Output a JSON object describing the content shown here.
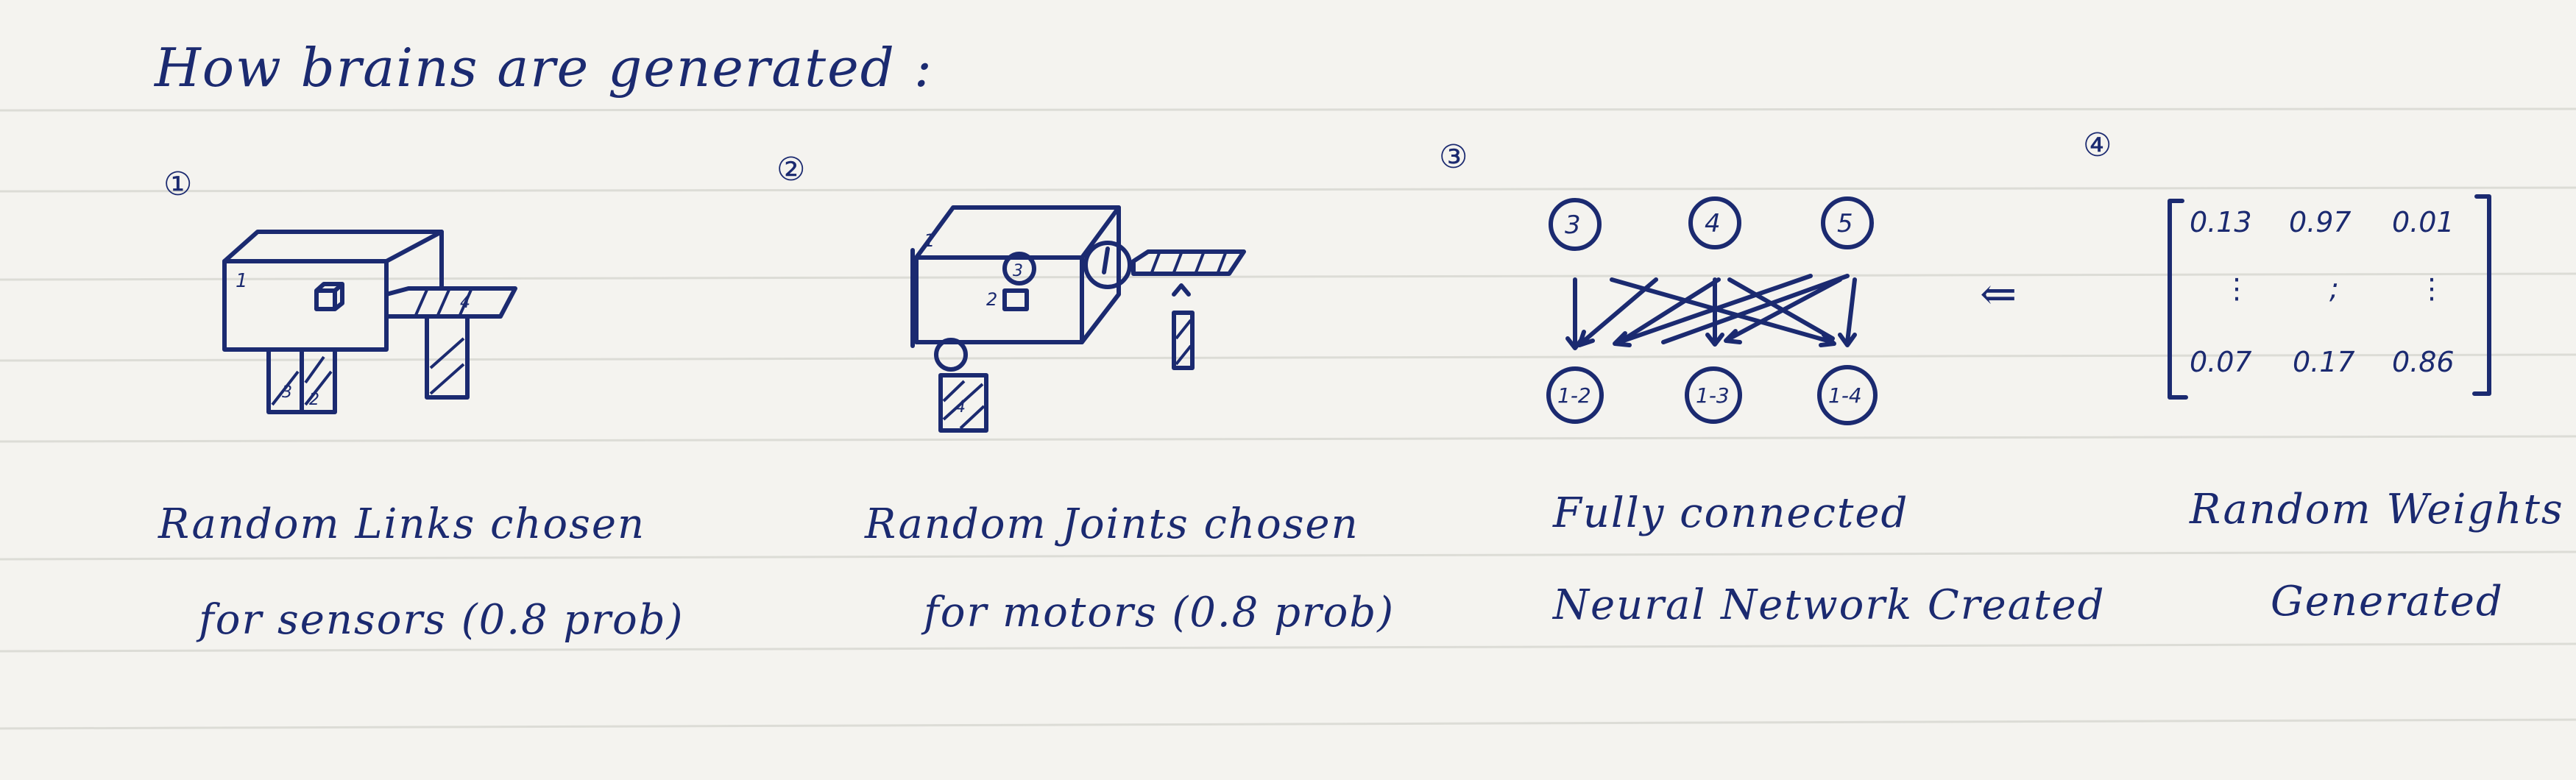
{
  "title": "How brains are generated :",
  "steps": [
    {
      "number": "①",
      "caption_line1": "Random Links chosen",
      "caption_line2": "for sensors (0.8 prob)",
      "labels": [
        "1",
        "2",
        "3",
        "4"
      ]
    },
    {
      "number": "②",
      "caption_line1": "Random Joints chosen",
      "caption_line2": "for motors (0.8 prob)",
      "labels": [
        "1",
        "2",
        "3",
        "4"
      ]
    },
    {
      "number": "③",
      "caption_line1": "Fully connected",
      "caption_line2": "Neural Network Created",
      "sensor_neurons": [
        "3",
        "4",
        "5"
      ],
      "motor_neurons": [
        "1-2",
        "1-3",
        "1-4"
      ]
    },
    {
      "number": "④",
      "caption_line1": "Random Weights",
      "caption_line2": "Generated",
      "matrix": {
        "row1": [
          "0.13",
          "0.97",
          "0.01"
        ],
        "row_mid": [
          "⋮",
          ";",
          "⋮"
        ],
        "row3": [
          "0.07",
          "0.17",
          "0.86"
        ]
      }
    }
  ],
  "arrow_between_3_4": "⇐"
}
